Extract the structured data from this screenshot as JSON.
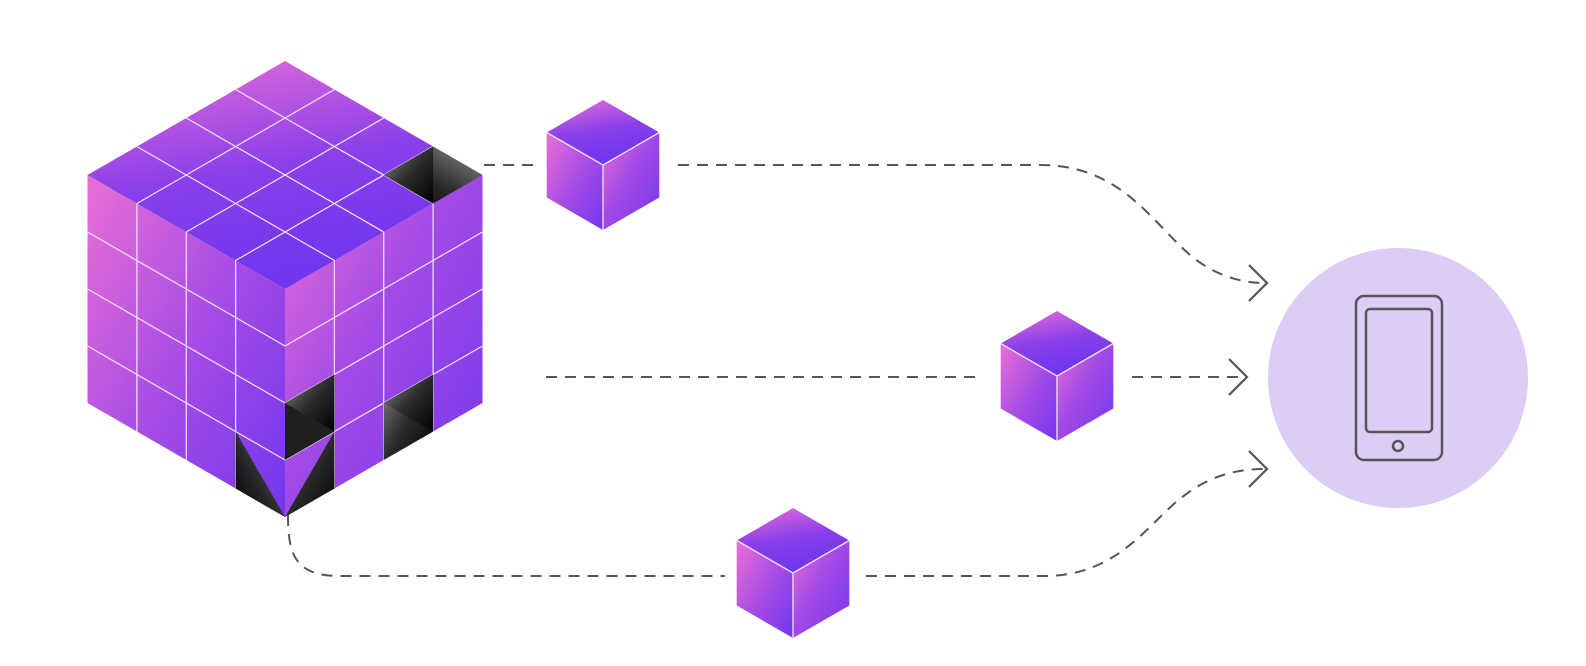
{
  "diagram": {
    "colors": {
      "background": "#ffffff",
      "cube_pink": "#ea6fd6",
      "cube_violet": "#7236ee",
      "cube_mid": "#a24ae6",
      "grid_line": "#f3e4fb",
      "hole_light": "#7d7d7d",
      "hole_dark": "#050505",
      "connector": "#555555",
      "device_circle": "#dccdf7",
      "device_outline": "#555555"
    },
    "big_cube": {
      "grid_size": 4,
      "missing_cubelets": 4
    },
    "blocks": [
      {
        "id": "block-top"
      },
      {
        "id": "block-middle"
      },
      {
        "id": "block-bottom"
      }
    ],
    "target": {
      "icon": "smartphone-icon"
    }
  }
}
